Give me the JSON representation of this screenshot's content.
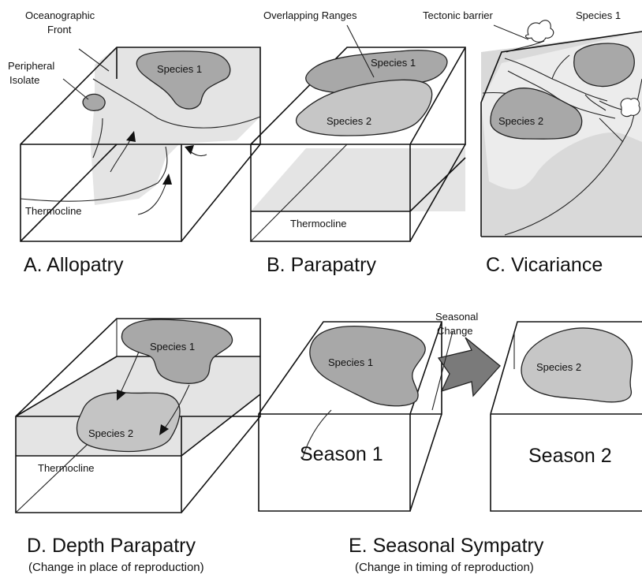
{
  "figure": {
    "panels": [
      {
        "id": "A",
        "title": "A. Allopatry",
        "labels": {
          "front": [
            "Oceanographic",
            "Front"
          ],
          "isolate": [
            "Peripheral",
            "Isolate"
          ],
          "species": "Species 1",
          "thermocline": "Thermocline"
        }
      },
      {
        "id": "B",
        "title": "B. Parapatry",
        "labels": {
          "ranges": "Overlapping Ranges",
          "species1": "Species 1",
          "species2": "Species 2",
          "thermocline": "Thermocline"
        }
      },
      {
        "id": "C",
        "title": "C. Vicariance",
        "labels": {
          "barrier": "Tectonic barrier",
          "species1": "Species 1",
          "species2": "Species 2"
        }
      },
      {
        "id": "D",
        "title": "D. Depth Parapatry",
        "subtitle": "(Change in place of reproduction)",
        "labels": {
          "species1": "Species 1",
          "species2": "Species 2",
          "thermocline": "Thermocline"
        }
      },
      {
        "id": "E",
        "title": "E. Seasonal Sympatry",
        "subtitle": "(Change in timing of reproduction)",
        "labels": {
          "change": [
            "Seasonal",
            "Change"
          ],
          "species1": "Species 1",
          "species2": "Species 2",
          "season1": "Season 1",
          "season2": "Season 2"
        }
      }
    ],
    "colors": {
      "line": "#111111",
      "species_fill": "#a8a8a8",
      "plane_fill": "#e4e4e4",
      "arrow_fill": "#7a7a7a"
    }
  }
}
